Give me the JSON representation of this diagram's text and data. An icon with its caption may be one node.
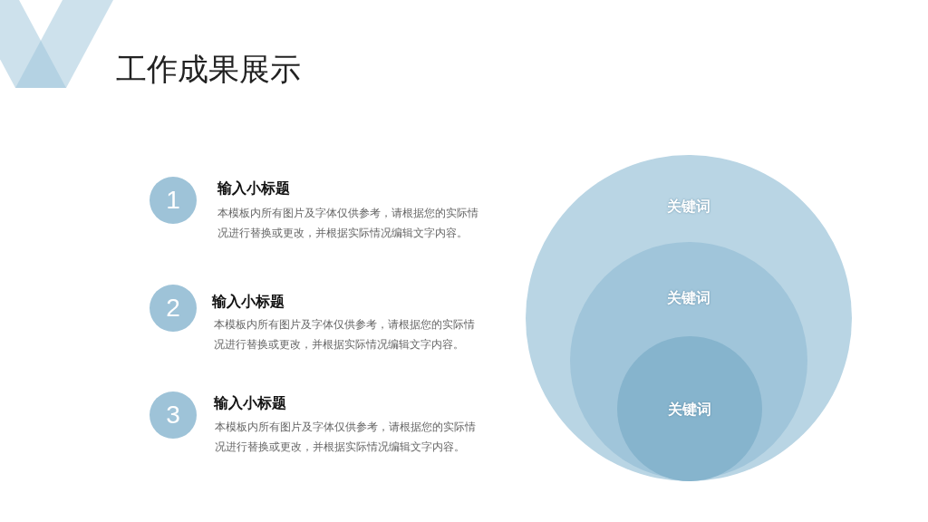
{
  "diagram": {
    "title": "工作成果展示",
    "nodes": [
      {
        "text": [
          "1"
        ],
        "beside": [
          "输入小标题",
          "本模板内所有图片及字体仅供参考，请根据您的实际情况进行替换或更改，并根据实际情况编辑文字内容。"
        ]
      },
      {
        "text": [
          "2"
        ],
        "beside": [
          "输入小标题",
          "本模板内所有图片及字体仅供参考，请根据您的实际情况进行替换或更改，并根据实际情况编辑文字内容。"
        ]
      },
      {
        "text": [
          "3"
        ],
        "beside": [
          "输入小标题",
          "本模板内所有图片及字体仅供参考，请根据您的实际情况进行替换或更改，并根据实际情况编辑文字内容。"
        ]
      },
      {
        "text": [
          "关键词"
        ]
      },
      {
        "text": [
          "关键词"
        ],
        "in": 3
      },
      {
        "text": [
          "关键词"
        ],
        "in": 4
      }
    ]
  }
}
